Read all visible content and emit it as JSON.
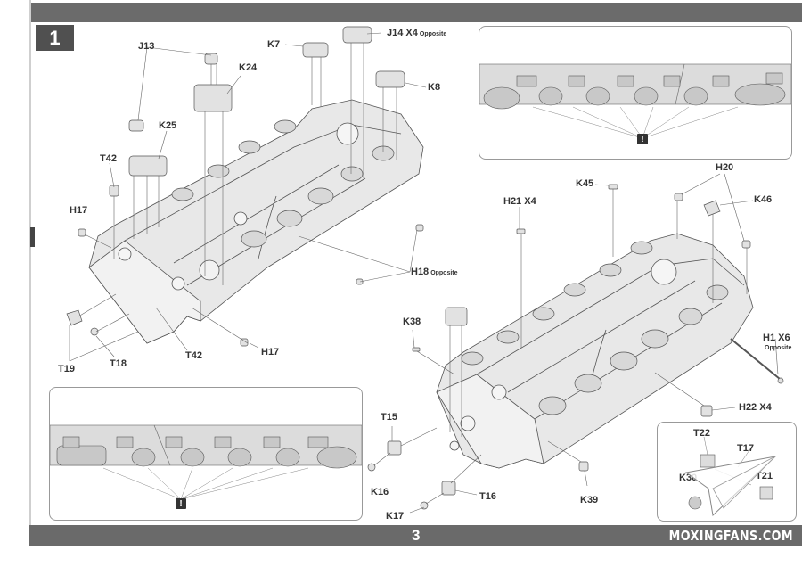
{
  "page": {
    "step_number": "1",
    "page_number": "3",
    "watermark": "MOXINGFANS.COM"
  },
  "colors": {
    "bar": "#6b6b6b",
    "step_box": "#505050",
    "part_fill": "#e6e6e6",
    "line": "#555555"
  },
  "icons": {
    "warning": "!"
  },
  "left_assembly": {
    "labels": [
      {
        "id": "J13",
        "text": "J13",
        "note": ""
      },
      {
        "id": "K24",
        "text": "K24",
        "note": ""
      },
      {
        "id": "K7",
        "text": "K7",
        "note": ""
      },
      {
        "id": "J14",
        "text": "J14 X4",
        "note": "Opposite"
      },
      {
        "id": "K8",
        "text": "K8",
        "note": ""
      },
      {
        "id": "K25",
        "text": "K25",
        "note": ""
      },
      {
        "id": "T42a",
        "text": "T42",
        "note": ""
      },
      {
        "id": "H17a",
        "text": "H17",
        "note": ""
      },
      {
        "id": "H18",
        "text": "H18",
        "note": "Opposite"
      },
      {
        "id": "H17b",
        "text": "H17",
        "note": ""
      },
      {
        "id": "T42b",
        "text": "T42",
        "note": ""
      },
      {
        "id": "T18",
        "text": "T18",
        "note": ""
      },
      {
        "id": "T19",
        "text": "T19",
        "note": ""
      }
    ]
  },
  "right_assembly": {
    "labels": [
      {
        "id": "K45",
        "text": "K45",
        "note": ""
      },
      {
        "id": "H20",
        "text": "H20",
        "note": ""
      },
      {
        "id": "K46",
        "text": "K46",
        "note": ""
      },
      {
        "id": "H21",
        "text": "H21 X4",
        "note": ""
      },
      {
        "id": "K38",
        "text": "K38",
        "note": ""
      },
      {
        "id": "H1",
        "text": "H1 X6",
        "note": "Opposite"
      },
      {
        "id": "H22",
        "text": "H22 X4",
        "note": ""
      },
      {
        "id": "T15",
        "text": "T15",
        "note": ""
      },
      {
        "id": "K16",
        "text": "K16",
        "note": ""
      },
      {
        "id": "T16",
        "text": "T16",
        "note": ""
      },
      {
        "id": "K17",
        "text": "K17",
        "note": ""
      },
      {
        "id": "K39",
        "text": "K39",
        "note": ""
      }
    ]
  },
  "detail_inset": {
    "labels": [
      {
        "id": "T22",
        "text": "T22"
      },
      {
        "id": "T17",
        "text": "T17"
      },
      {
        "id": "K30",
        "text": "K30"
      },
      {
        "id": "T21",
        "text": "T21"
      }
    ]
  }
}
